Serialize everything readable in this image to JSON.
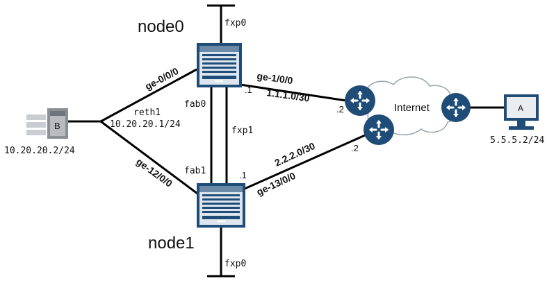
{
  "colors": {
    "device_fill": "#1f4d78",
    "device_light": "#dde6ef",
    "router_fill": "#1f4d78",
    "cloud_stroke": "#9aa3ad",
    "link": "#000000"
  },
  "nodes": {
    "node0": {
      "title": "node0"
    },
    "node1": {
      "title": "node1"
    }
  },
  "interfaces": {
    "fxp0_top": "fxp0",
    "fxp0_bottom": "fxp0",
    "ge_0_0_0": "ge-0/0/0",
    "ge_12_0_0": "ge-12/0/0",
    "ge_1_0_0": "ge-1/0/0",
    "ge_13_0_0": "ge-13/0/0",
    "fab0": "fab0",
    "fab1": "fab1",
    "fxp1": "fxp1"
  },
  "addresses": {
    "reth1_name": "reth1",
    "reth1_ip": "10.20.20.1/24",
    "net_1": "1.1.1.0/30",
    "net_2": "2.2.2.0/30",
    "dot1_top": ".1",
    "dot2_top": ".2",
    "dot1_bottom": ".1",
    "dot2_bottom": ".2",
    "host_b_ip": "10.20.20.2/24",
    "host_a_ip": "5.5.5.2/24"
  },
  "internet": {
    "label": "Internet"
  },
  "hosts": {
    "b": {
      "letter": "B",
      "icon": "server-icon"
    },
    "a": {
      "letter": "A",
      "icon": "monitor-icon"
    }
  },
  "icons": {
    "srx_node0": "firewall-chassis-icon",
    "srx_node1": "firewall-chassis-icon",
    "router_top": "router-icon",
    "router_bottom": "router-icon",
    "router_right": "router-icon",
    "cloud": "cloud-icon"
  }
}
